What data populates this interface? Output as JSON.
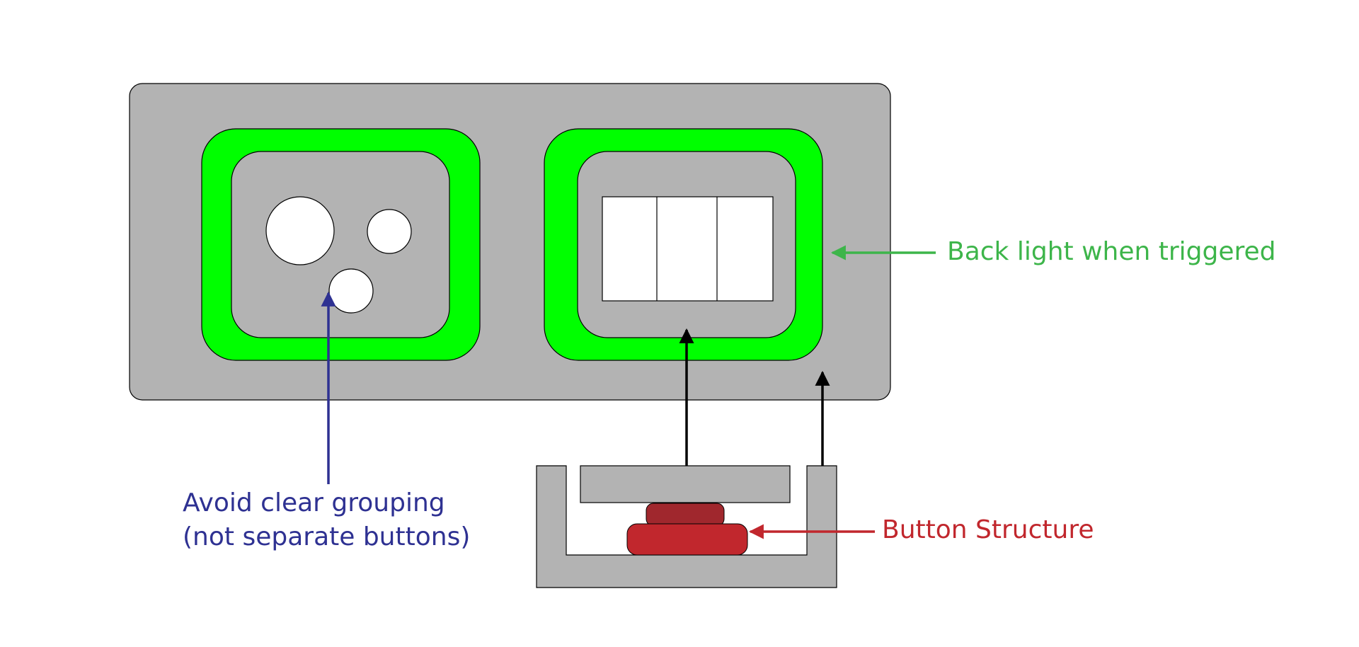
{
  "labels": {
    "backlight": "Back light when triggered",
    "grouping_line1": "Avoid clear grouping",
    "grouping_line2": "(not separate buttons)",
    "button_structure": "Button Structure"
  },
  "colors": {
    "background": "#ffffff",
    "panel_gray": "#b3b3b3",
    "backlight_green": "#00ff00",
    "outline": "#000000",
    "backlight_label": "#3db54a",
    "grouping_label": "#2e3192",
    "button_label": "#c1272d",
    "button_red": "#c1272d",
    "button_cap_dark": "#a0272d"
  }
}
